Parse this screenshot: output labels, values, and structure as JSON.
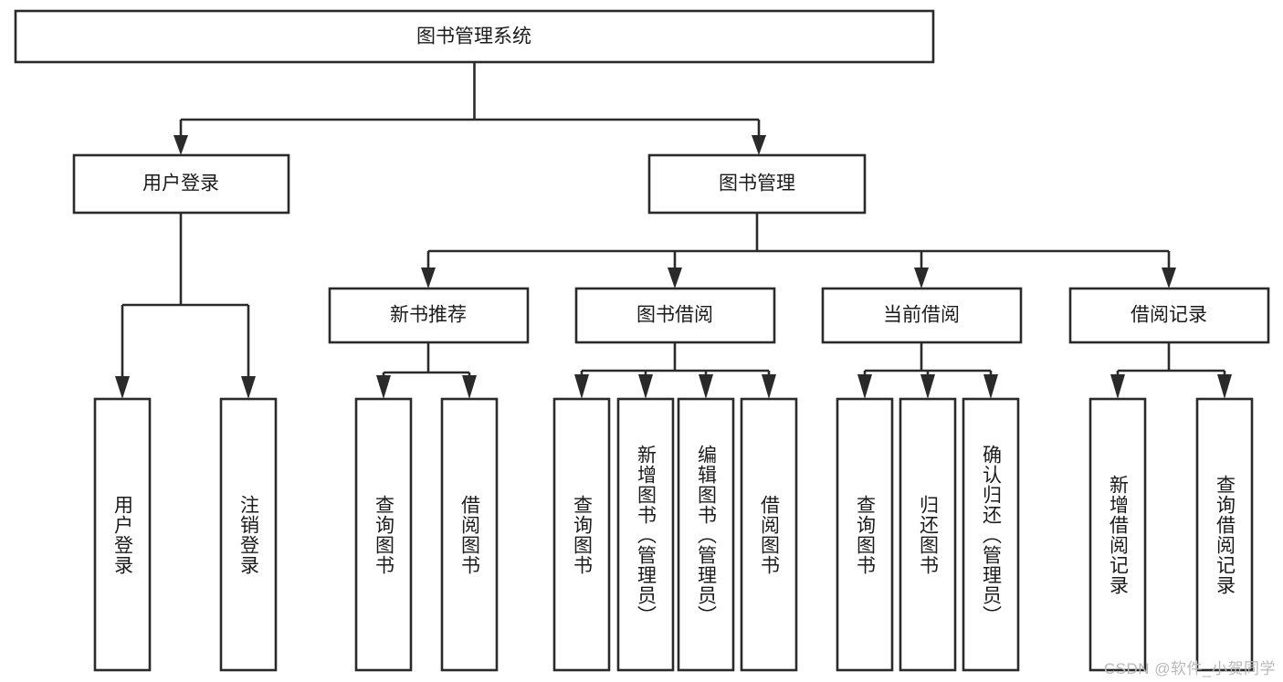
{
  "diagram": {
    "title": "图书管理系统",
    "type": "tree-hierarchy-diagram",
    "orientation": "top-down",
    "colors": {
      "box_stroke": "#2a2a2a",
      "box_fill": "#ffffff",
      "connector": "#2a2a2a",
      "text": "#1b1b1b",
      "watermark": "#b9b9b9",
      "background": "#ffffff"
    },
    "root": {
      "label": "图书管理系统"
    },
    "level2": [
      {
        "label": "用户登录"
      },
      {
        "label": "图书管理"
      }
    ],
    "level3": [
      {
        "label": "新书推荐"
      },
      {
        "label": "图书借阅"
      },
      {
        "label": "当前借阅"
      },
      {
        "label": "借阅记录"
      }
    ],
    "leaves": {
      "user_login": [
        {
          "label": "用户登录"
        },
        {
          "label": "注销登录"
        }
      ],
      "new_book_recommend": [
        {
          "label": "查询图书"
        },
        {
          "label": "借阅图书"
        }
      ],
      "book_borrow": [
        {
          "label": "查询图书"
        },
        {
          "label": "新增图书（管理员）"
        },
        {
          "label": "编辑图书（管理员）"
        },
        {
          "label": "借阅图书"
        }
      ],
      "current_borrow": [
        {
          "label": "查询图书"
        },
        {
          "label": "归还图书"
        },
        {
          "label": "确认归还（管理员）"
        }
      ],
      "borrow_record": [
        {
          "label": "新增借阅记录"
        },
        {
          "label": "查询借阅记录"
        }
      ]
    }
  },
  "watermark": {
    "text": "CSDN @软件_小贺同学"
  }
}
